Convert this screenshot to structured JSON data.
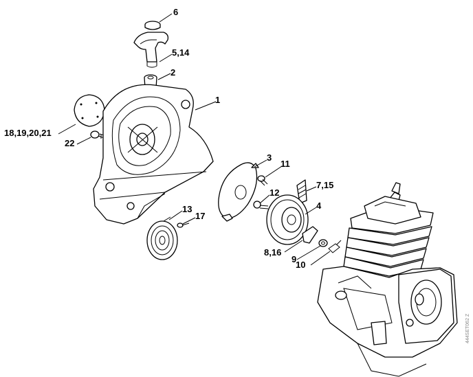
{
  "diagram": {
    "callouts": [
      {
        "id": "c6",
        "text": "6"
      },
      {
        "id": "c514",
        "text": "5,14"
      },
      {
        "id": "c2",
        "text": "2"
      },
      {
        "id": "c1",
        "text": "1"
      },
      {
        "id": "c18",
        "text": "18,19,20,21"
      },
      {
        "id": "c22",
        "text": "22"
      },
      {
        "id": "c3",
        "text": "3"
      },
      {
        "id": "c11",
        "text": "11"
      },
      {
        "id": "c715",
        "text": "7,15"
      },
      {
        "id": "c12",
        "text": "12"
      },
      {
        "id": "c4",
        "text": "4"
      },
      {
        "id": "c13",
        "text": "13"
      },
      {
        "id": "c17",
        "text": "17"
      },
      {
        "id": "c816",
        "text": "8,16"
      },
      {
        "id": "c9",
        "text": "9"
      },
      {
        "id": "c10",
        "text": "10"
      }
    ],
    "watermark": "444SET062  Z"
  }
}
